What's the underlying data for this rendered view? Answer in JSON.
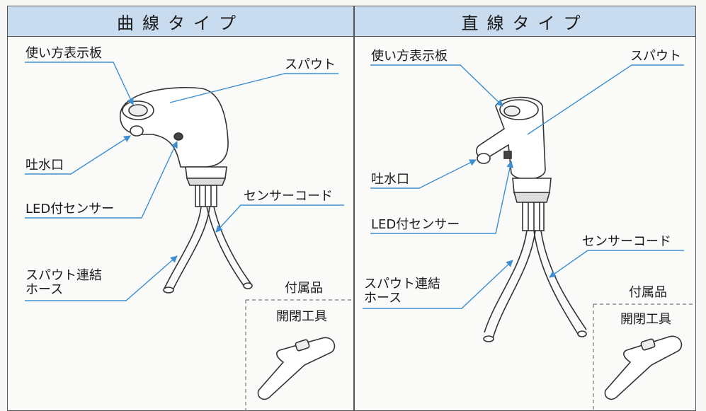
{
  "left": {
    "title": "曲線タイプ",
    "labels": {
      "plate": "使い方表示板",
      "spout": "スパウト",
      "outlet": "吐水口",
      "sensor": "LED付センサー",
      "cord": "センサーコード",
      "hose_line1": "スパウト連結",
      "hose_line2": "ホース",
      "accessory": "付属品",
      "tool": "開閉工具"
    }
  },
  "right": {
    "title": "直線タイプ",
    "labels": {
      "plate": "使い方表示板",
      "spout": "スパウト",
      "outlet": "吐水口",
      "sensor": "LED付センサー",
      "cord": "センサーコード",
      "hose_line1": "スパウト連結",
      "hose_line2": "ホース",
      "accessory": "付属品",
      "tool": "開閉工具"
    }
  },
  "colors": {
    "leader_line": "#3d8fd1",
    "header_fill": "#c9dcef",
    "outline": "#333333"
  }
}
